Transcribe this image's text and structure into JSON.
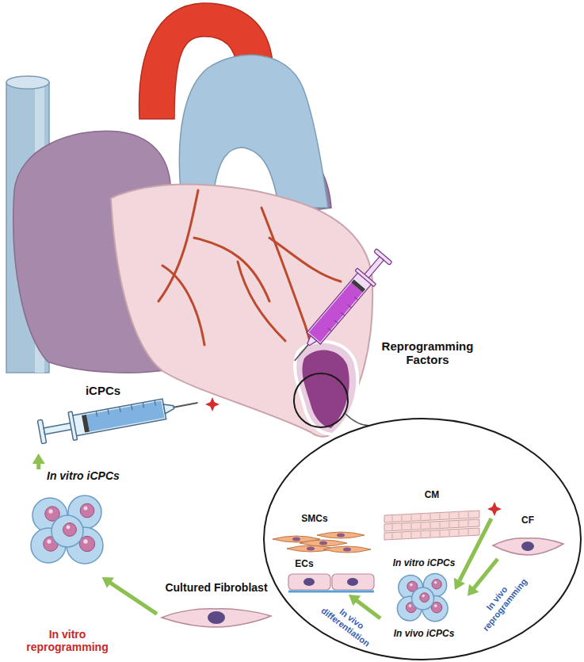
{
  "diagram": {
    "nodes": [
      {
        "text": [
          "iCPCs"
        ]
      },
      {
        "text": [
          "In vitro iCPCs"
        ]
      },
      {
        "text": [
          "Cultured Fibroblast"
        ]
      },
      {
        "text": [
          "CM"
        ]
      },
      {
        "text": [
          "SMCs"
        ]
      },
      {
        "text": [
          "ECs"
        ]
      },
      {
        "text": [
          "CF"
        ]
      },
      {
        "text": [
          "In vitro iCPCs",
          "In vivo iCPCs"
        ]
      }
    ],
    "edges": [
      {
        "from": 2,
        "to": 1,
        "arrow": "to",
        "label": "In vitro reprogramming"
      },
      {
        "from": 1,
        "to": 0,
        "arrow": "to"
      },
      {
        "from": 6,
        "to": 7,
        "arrow": "to",
        "label": "In vivo reprogramming"
      },
      {
        "from": 7,
        "to": 5,
        "arrow": "to",
        "label": "In vivo differentiation"
      }
    ],
    "labels": [
      "Reprogramming Factors"
    ]
  }
}
